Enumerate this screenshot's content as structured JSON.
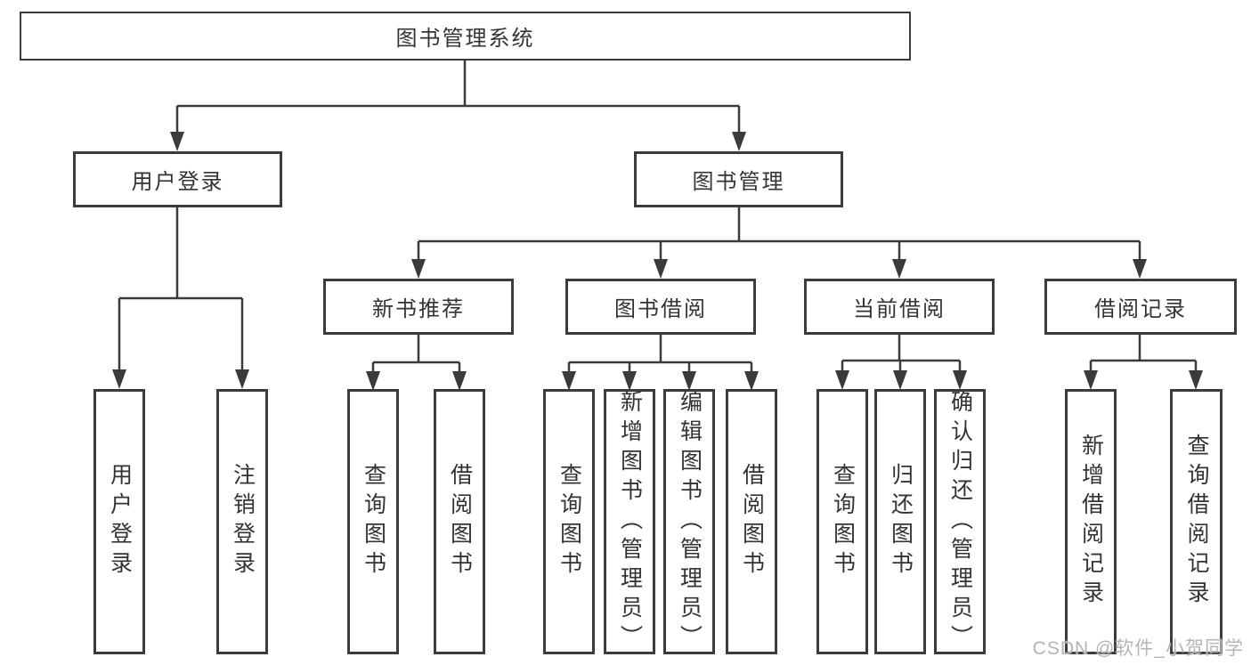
{
  "tree": {
    "label": "图书管理系统",
    "children": [
      {
        "label": "用户登录",
        "children": [
          {
            "label": "用户登录"
          },
          {
            "label": "注销登录"
          }
        ]
      },
      {
        "label": "图书管理",
        "children": [
          {
            "label": "新书推荐",
            "children": [
              {
                "label": "查询图书"
              },
              {
                "label": "借阅图书"
              }
            ]
          },
          {
            "label": "图书借阅",
            "children": [
              {
                "label": "查询图书"
              },
              {
                "label": "新增图书（管理员）"
              },
              {
                "label": "编辑图书（管理员）"
              },
              {
                "label": "借阅图书"
              }
            ]
          },
          {
            "label": "当前借阅",
            "children": [
              {
                "label": "查询图书"
              },
              {
                "label": "归还图书"
              },
              {
                "label": "确认归还（管理员）"
              }
            ]
          },
          {
            "label": "借阅记录",
            "children": [
              {
                "label": "新增借阅记录"
              },
              {
                "label": "查询借阅记录"
              }
            ]
          }
        ]
      }
    ]
  },
  "watermark": {
    "text": "CSDN @软件_小贺同学"
  },
  "colors": {
    "line": "#3b3b3b",
    "text": "#333333",
    "watermark": "#b5b5b5"
  }
}
